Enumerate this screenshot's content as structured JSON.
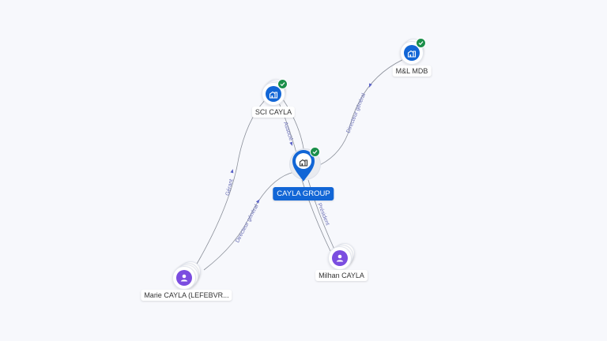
{
  "nodes": {
    "cayla_group": {
      "label": "CAYLA GROUP",
      "type": "company-main",
      "status": "active"
    },
    "sci_cayla": {
      "label": "SCI CAYLA",
      "type": "company",
      "status": "active"
    },
    "ml_mdb": {
      "label": "M&L MDB",
      "type": "company",
      "status": "active"
    },
    "milhan_cayla": {
      "label": "Milhan CAYLA",
      "type": "person"
    },
    "marie_cayla": {
      "label": "Marie CAYLA (LEFEBVR...",
      "type": "person"
    }
  },
  "edges": {
    "sci_associe": {
      "label": "Associé"
    },
    "ml_directeur": {
      "label": "Directeur général"
    },
    "milhan_president": {
      "label": "Président"
    },
    "marie_gerant": {
      "label": "Gérant"
    },
    "marie_directeur": {
      "label": "Directeur général"
    }
  },
  "colors": {
    "company": "#1266d6",
    "person": "#7b4de0",
    "active_check": "#1b8f4a",
    "edge": "#8a8f99",
    "edge_label": "#6a6fb5"
  },
  "icons": {
    "company": "building-icon",
    "person": "person-icon",
    "status": "check-icon"
  }
}
